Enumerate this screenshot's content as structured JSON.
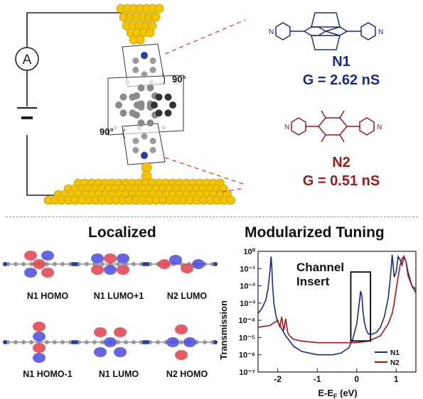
{
  "top": {
    "ammeter_symbol": "A",
    "angle_top": "90°",
    "angle_bottom": "90°",
    "molecules": [
      {
        "name": "N1",
        "conductance": "G = 2.62 nS",
        "color": "#1b2a8a"
      },
      {
        "name": "N2",
        "conductance": "G = 0.51 nS",
        "color": "#a01818"
      }
    ]
  },
  "localized": {
    "title": "Localized",
    "orbitals": [
      "N1 HOMO",
      "N1 LUMO+1",
      "N2 LUMO",
      "N1 HOMO-1",
      "N1 LUMO",
      "N2 HOMO"
    ]
  },
  "tuning": {
    "title": "Modularized Tuning",
    "annotation_line1": "Channel",
    "annotation_line2": "Insert"
  },
  "colors": {
    "gold": "#f2c500",
    "n1": "#1b2a8a",
    "n2": "#a01818",
    "orbital_red": "#e0404a",
    "orbital_blue": "#4a4ae0"
  },
  "chart_data": {
    "type": "line",
    "xlabel": "E-E",
    "xlabel_sub": "F",
    "xlabel_unit": " (eV)",
    "ylabel": "Transmission",
    "xlim": [
      -2.5,
      1.5
    ],
    "ylim_log10": [
      -7,
      0
    ],
    "x_ticks": [
      -2,
      -1,
      0,
      1
    ],
    "x_tick_labels": [
      "-2",
      "-1",
      "0",
      "1"
    ],
    "y_ticks_log10": [
      0,
      -1,
      -2,
      -3,
      -4,
      -5,
      -6,
      -7
    ],
    "y_tick_labels": [
      "10⁰",
      "10⁻¹",
      "10⁻²",
      "10⁻³",
      "10⁻⁴",
      "10⁻⁵",
      "10⁻⁶",
      "10⁻⁷"
    ],
    "legend_position": "bottom-right",
    "series": [
      {
        "name": "N1",
        "color": "#1b2a8a",
        "x": [
          -2.5,
          -2.4,
          -2.3,
          -2.25,
          -2.2,
          -2.17,
          -2.15,
          -2.13,
          -2.1,
          -2.05,
          -2.0,
          -1.9,
          -1.8,
          -1.7,
          -1.6,
          -1.4,
          -1.2,
          -1.0,
          -0.8,
          -0.6,
          -0.4,
          -0.2,
          -0.1,
          0.0,
          0.05,
          0.1,
          0.13,
          0.16,
          0.2,
          0.25,
          0.3,
          0.4,
          0.5,
          0.6,
          0.7,
          0.8,
          0.85,
          0.9,
          0.95,
          1.0,
          1.05,
          1.1,
          1.15,
          1.2,
          1.25,
          1.3,
          1.4,
          1.5
        ],
        "y_log10": [
          -3.6,
          -3.3,
          -2.8,
          -2.2,
          -1.2,
          -0.3,
          -1.0,
          -2.0,
          -3.0,
          -3.7,
          -4.1,
          -4.5,
          -4.9,
          -5.2,
          -5.5,
          -5.8,
          -5.9,
          -6.0,
          -6.0,
          -6.0,
          -5.9,
          -5.6,
          -5.1,
          -4.2,
          -3.3,
          -2.3,
          -2.6,
          -3.5,
          -4.2,
          -4.6,
          -4.8,
          -4.8,
          -4.7,
          -4.4,
          -3.8,
          -2.7,
          -1.6,
          -0.2,
          -1.5,
          -1.2,
          -0.3,
          -0.5,
          -0.8,
          -0.3,
          -0.6,
          -1.2,
          -2.0,
          -2.4
        ]
      },
      {
        "name": "N2",
        "color": "#a01818",
        "x": [
          -2.5,
          -2.2,
          -2.0,
          -1.95,
          -1.9,
          -1.85,
          -1.8,
          -1.75,
          -1.7,
          -1.6,
          -1.4,
          -1.0,
          -0.5,
          0.0,
          0.3,
          0.6,
          0.8,
          0.9,
          0.95,
          1.0,
          1.05,
          1.1,
          1.15,
          1.2,
          1.25,
          1.3,
          1.4,
          1.5
        ],
        "y_log10": [
          -4.4,
          -4.3,
          -4.0,
          -4.4,
          -3.8,
          -4.6,
          -3.9,
          -4.7,
          -4.9,
          -5.1,
          -5.2,
          -5.3,
          -5.3,
          -5.3,
          -5.2,
          -4.9,
          -4.2,
          -3.6,
          -3.0,
          -2.2,
          -1.5,
          -0.8,
          -0.4,
          -0.3,
          -0.6,
          -1.4,
          -2.0,
          -2.2
        ]
      }
    ]
  }
}
